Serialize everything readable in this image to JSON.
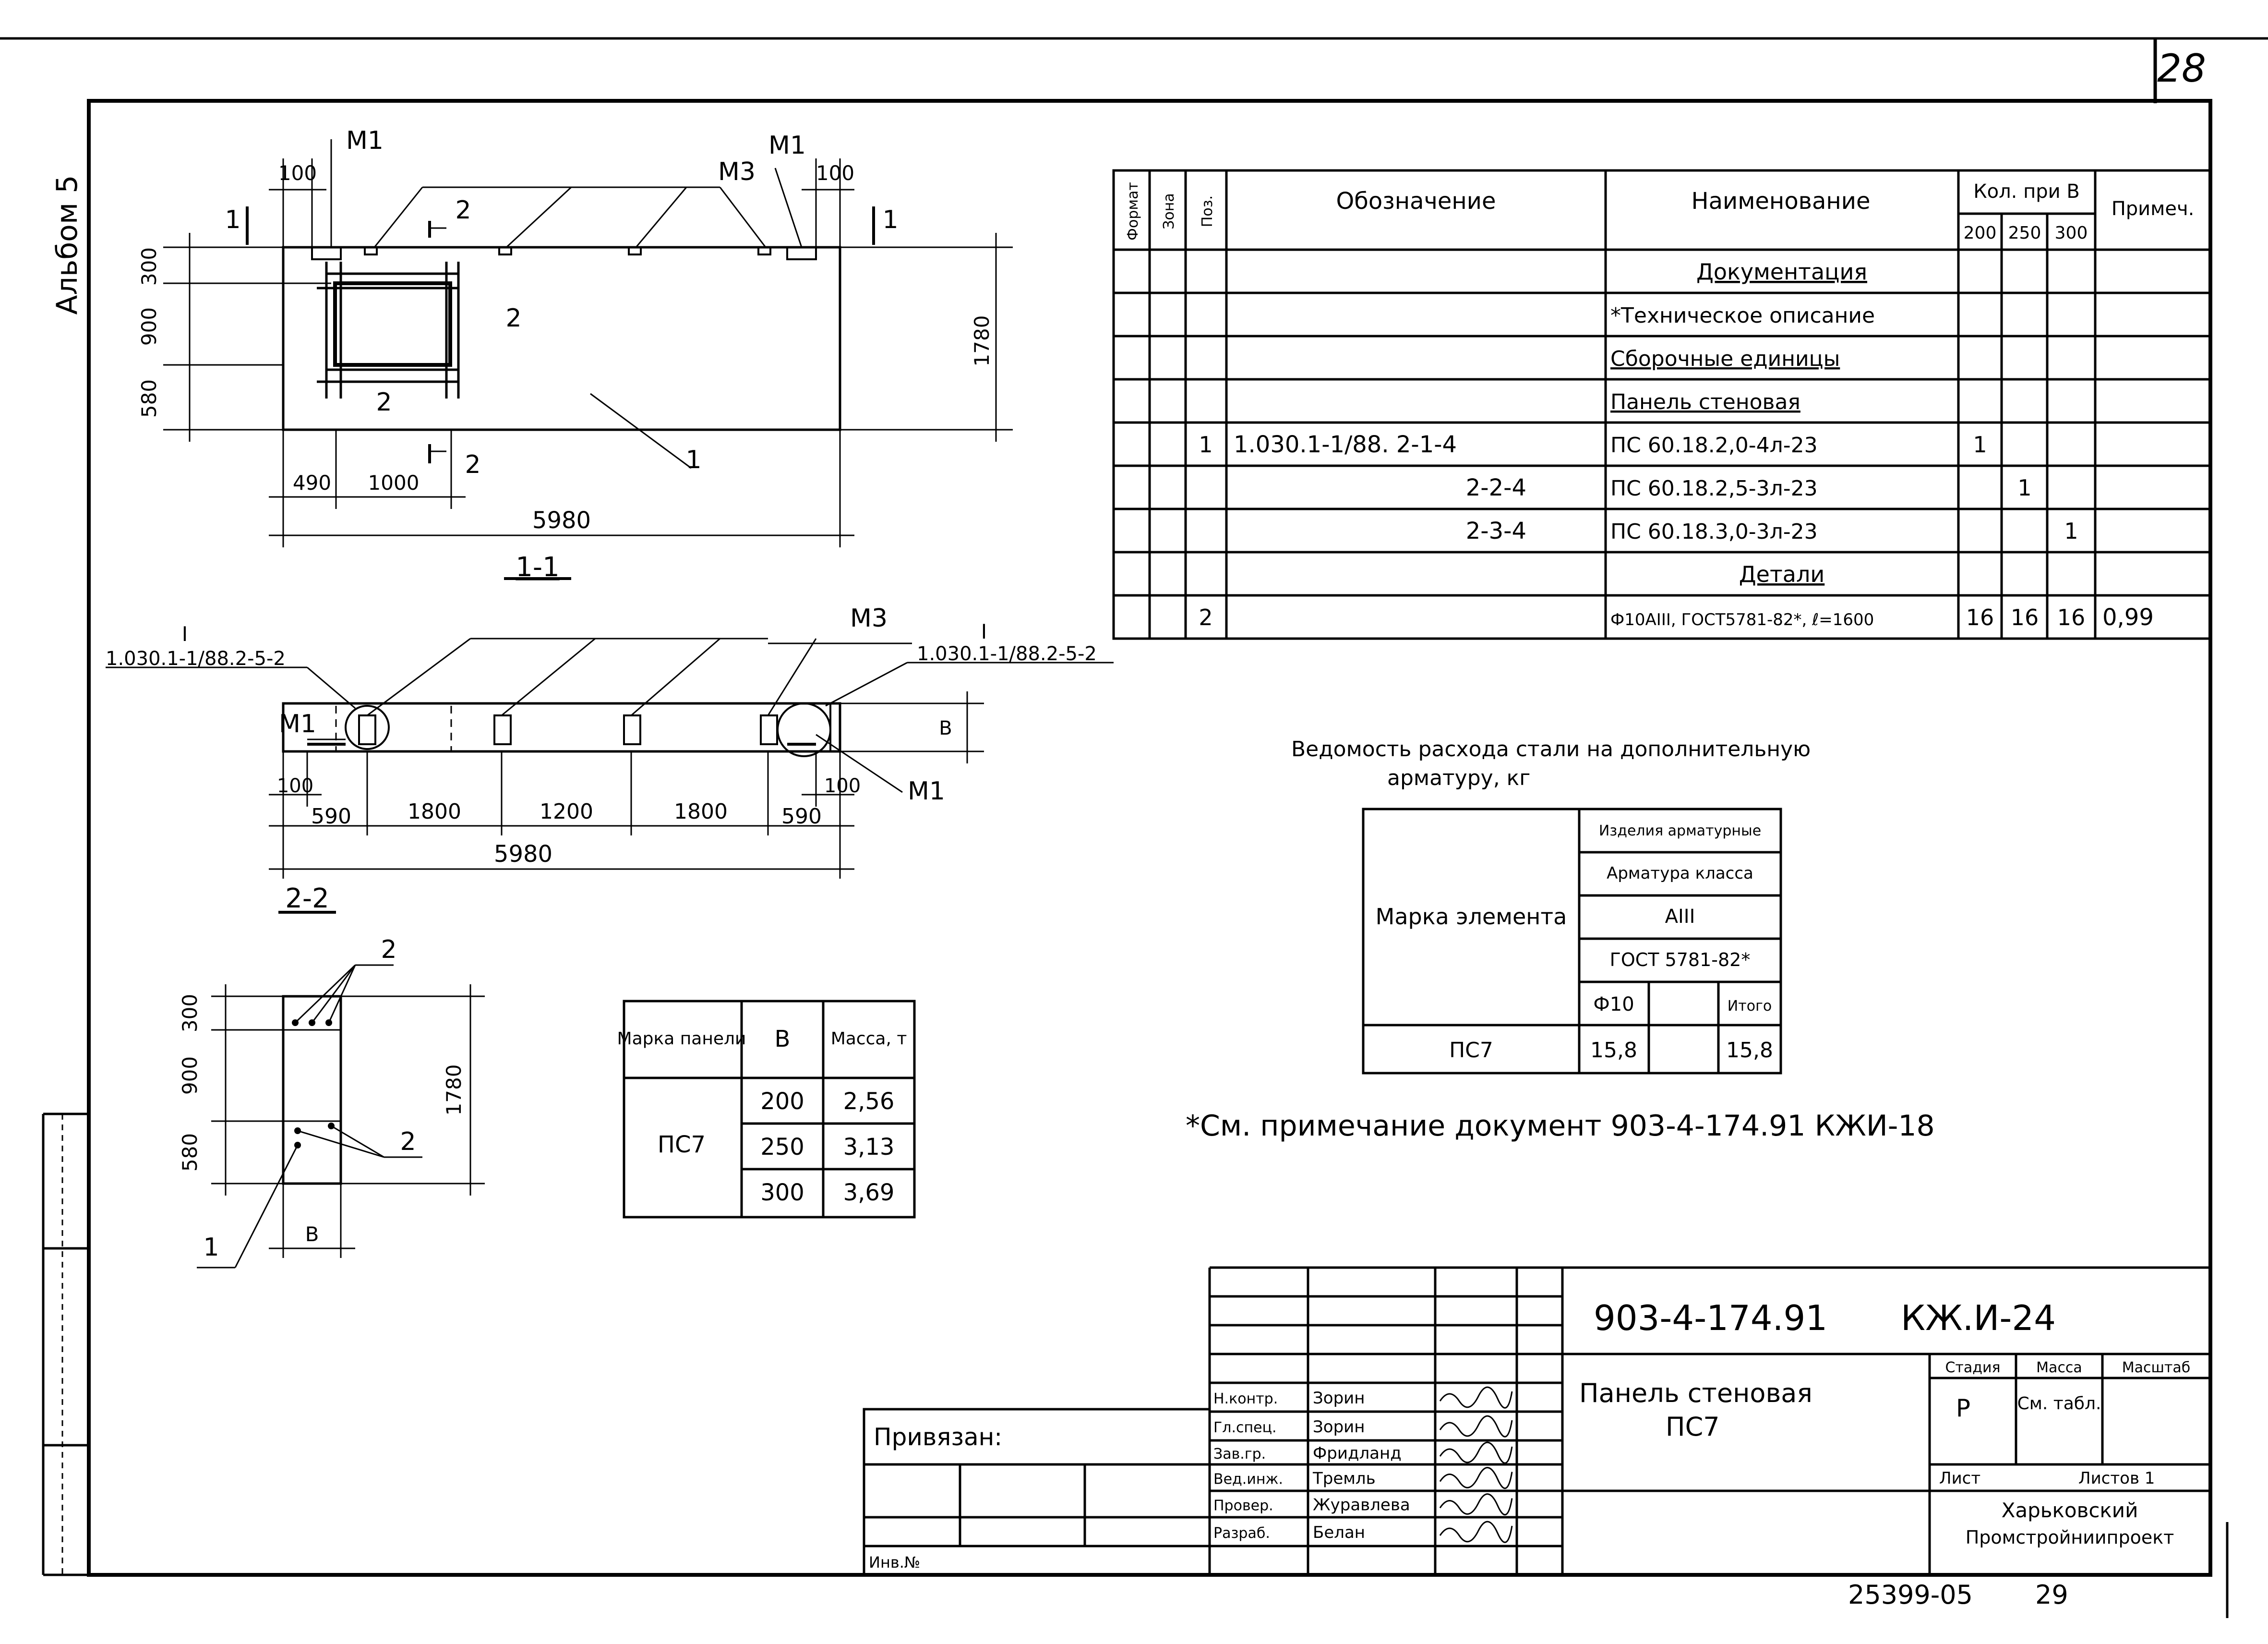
{
  "sheet": {
    "page_number": "28",
    "album_label": "Альбом 5",
    "bottom_code": "25399-05",
    "bottom_page": "29"
  },
  "drawings": {
    "plan": {
      "mark_m1_left": "М1",
      "mark_m1_right": "М1",
      "mark_m3": "М3",
      "dim_100_left": "100",
      "dim_100_right": "100",
      "dim_300": "300",
      "dim_900": "900",
      "dim_580": "580",
      "dim_1780": "1780",
      "dim_490": "490",
      "dim_1000": "1000",
      "dim_5980": "5980",
      "pos_2_a": "2",
      "pos_2_b": "2",
      "pos_2_c": "2",
      "pos_2_d": "2",
      "pos_1": "1",
      "cut_1_left": "1",
      "cut_1_right": "1",
      "title": "1-1"
    },
    "section_1_1": {
      "ref_left_roman": "I",
      "ref_left": "1.030.1-1/88.2-5-2",
      "ref_right_roman": "I",
      "ref_right": "1.030.1-1/88.2-5-2",
      "mark_m1_left": "М1",
      "mark_m1_right": "М1",
      "mark_m3": "М3",
      "dim_100_left": "100",
      "dim_100_right": "100",
      "dim_b": "В",
      "dim_590_left": "590",
      "dim_1800_a": "1800",
      "dim_1200": "1200",
      "dim_1800_b": "1800",
      "dim_590_right": "590",
      "dim_5980": "5980",
      "title": "2-2"
    },
    "section_2_2": {
      "pos_2_top": "2",
      "pos_2_bottom": "2",
      "pos_1": "1",
      "dim_300": "300",
      "dim_900": "900",
      "dim_580": "580",
      "dim_1780": "1780",
      "dim_b": "В"
    }
  },
  "mass_table": {
    "headers": [
      "Марка панели",
      "В",
      "Масса, т"
    ],
    "mark": "ПС7",
    "rows": [
      {
        "b": "200",
        "mass": "2,56"
      },
      {
        "b": "250",
        "mass": "3,13"
      },
      {
        "b": "300",
        "mass": "3,69"
      }
    ]
  },
  "spec_table": {
    "headers": {
      "format": "Формат",
      "zone": "Зона",
      "pos": "Поз.",
      "designation": "Обозначение",
      "name": "Наименование",
      "qty": "Кол. при В",
      "qty_200": "200",
      "qty_250": "250",
      "qty_300": "300",
      "note": "Примеч."
    },
    "rows": [
      {
        "pos": "",
        "designation": "",
        "name": "Документация",
        "q200": "",
        "q250": "",
        "q300": "",
        "note": "",
        "underline": true,
        "center": true
      },
      {
        "pos": "",
        "designation": "",
        "name": "*Техническое описание",
        "q200": "",
        "q250": "",
        "q300": "",
        "note": ""
      },
      {
        "pos": "",
        "designation": "",
        "name": "Сборочные единицы",
        "q200": "",
        "q250": "",
        "q300": "",
        "note": "",
        "underline": true
      },
      {
        "pos": "",
        "designation": "",
        "name": "Панель стеновая",
        "q200": "",
        "q250": "",
        "q300": "",
        "note": "",
        "underline": true
      },
      {
        "pos": "1",
        "designation": "1.030.1-1/88. 2-1-4",
        "name": "ПС 60.18.2,0-4л-23",
        "q200": "1",
        "q250": "",
        "q300": "",
        "note": ""
      },
      {
        "pos": "",
        "designation": "2-2-4",
        "name": "ПС 60.18.2,5-3л-23",
        "q200": "",
        "q250": "1",
        "q300": "",
        "note": "",
        "designation_right": true
      },
      {
        "pos": "",
        "designation": "2-3-4",
        "name": "ПС 60.18.3,0-3л-23",
        "q200": "",
        "q250": "",
        "q300": "1",
        "note": "",
        "designation_right": true
      },
      {
        "pos": "",
        "designation": "",
        "name": "Детали",
        "q200": "",
        "q250": "",
        "q300": "",
        "note": "",
        "underline": true,
        "center": true
      },
      {
        "pos": "2",
        "designation": "",
        "name": "Ф10АIII, ГОСТ5781-82*, ℓ=1600",
        "q200": "16",
        "q250": "16",
        "q300": "16",
        "note": "0,99"
      }
    ]
  },
  "steel_table": {
    "title_line1": "Ведомость расхода стали на дополнительную",
    "title_line2": "арматуру, кг",
    "mark_header": "Марка элемента",
    "h_products": "Изделия арматурные",
    "h_class": "Арматура класса",
    "h_aiii": "АIII",
    "h_gost": "ГОСТ 5781-82*",
    "h_f10": "Ф10",
    "h_total": "Итого",
    "row": {
      "mark": "ПС7",
      "f10": "15,8",
      "total": "15,8"
    }
  },
  "footnote": "*См. примечание документ 903-4-174.91 КЖИ-18",
  "title_block": {
    "code": "903-4-174.91",
    "doc": "КЖ.И-24",
    "title_line1": "Панель стеновая",
    "title_line2": "ПС7",
    "stage_label": "Стадия",
    "mass_label": "Масса",
    "scale_label": "Масштаб",
    "stage": "Р",
    "mass": "См. табл.",
    "sheet_label": "Лист",
    "sheets_label": "Листов 1",
    "org_line1": "Харьковский",
    "org_line2": "Промстройниипроект",
    "signatures": [
      {
        "role": "Н.контр.",
        "name": "Зорин"
      },
      {
        "role": "Гл.спец.",
        "name": "Зорин"
      },
      {
        "role": "Зав.гр.",
        "name": "Фридланд"
      },
      {
        "role": "Вед.инж.",
        "name": "Тремль"
      },
      {
        "role": "Провер.",
        "name": "Журавлева"
      },
      {
        "role": "Разраб.",
        "name": "Белан"
      }
    ],
    "bound_label": "Привязан:",
    "inv_label": "Инв.№"
  }
}
